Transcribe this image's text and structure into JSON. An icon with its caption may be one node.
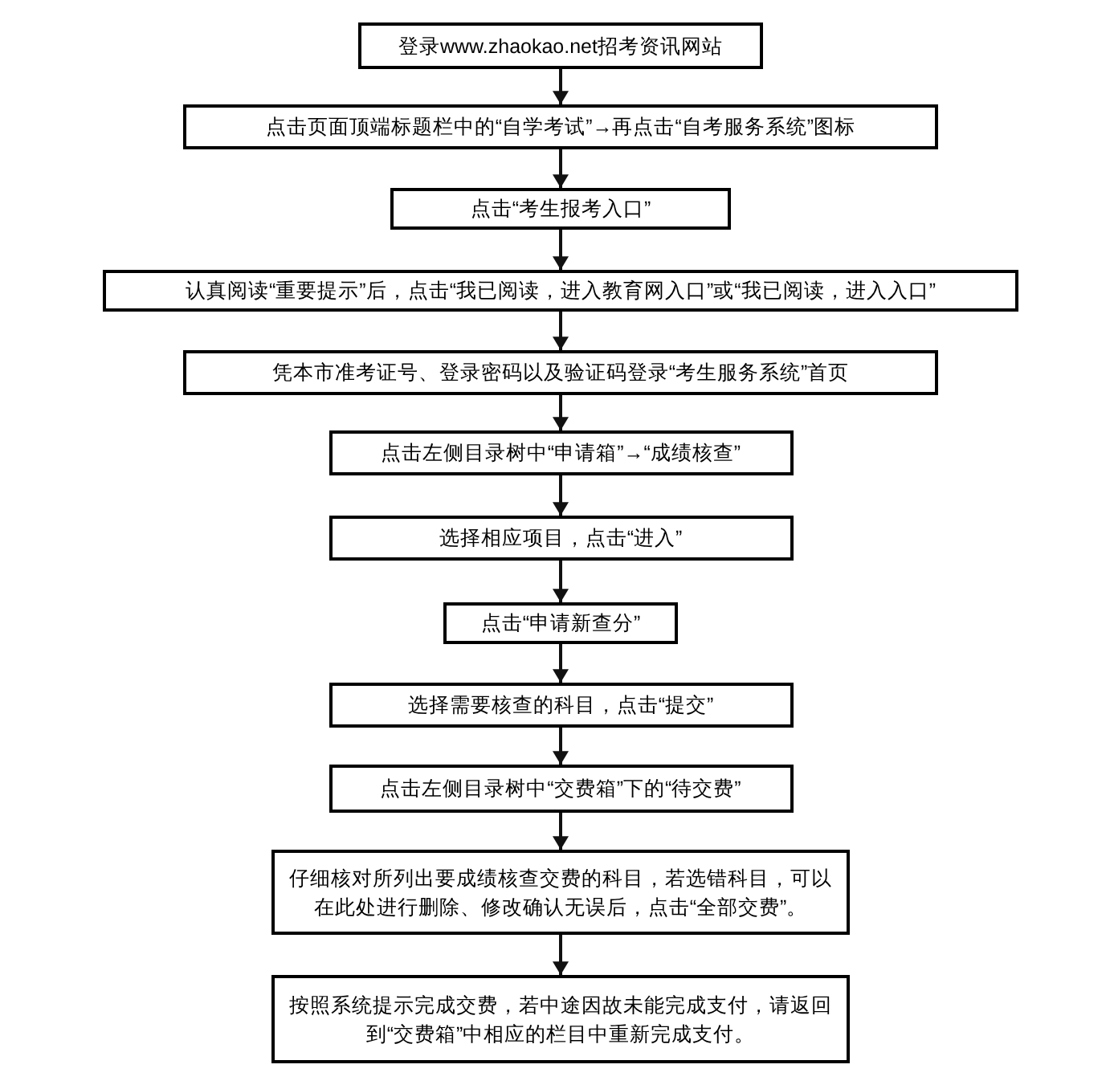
{
  "diagram": {
    "nodes": [
      {
        "text": [
          "登录www.zhaokao.net招考资讯网站"
        ]
      },
      {
        "text": [
          "点击页面顶端标题栏中的“自学考试”→再点击“自考服务系统”图标"
        ]
      },
      {
        "text": [
          "点击“考生报考入口”"
        ]
      },
      {
        "text": [
          "认真阅读“重要提示”后，点击“我已阅读，进入教育网入口”或“我已阅读，进入入口”"
        ]
      },
      {
        "text": [
          "凭本市准考证号、登录密码以及验证码登录“考生服务系统”首页"
        ]
      },
      {
        "text": [
          "点击左侧目录树中“申请箱”→“成绩核查”"
        ]
      },
      {
        "text": [
          "选择相应项目，点击“进入”"
        ]
      },
      {
        "text": [
          "点击“申请新查分”"
        ]
      },
      {
        "text": [
          "选择需要核查的科目，点击“提交”"
        ]
      },
      {
        "text": [
          "点击左侧目录树中“交费箱”下的“待交费”"
        ]
      },
      {
        "text": [
          "仔细核对所列出要成绩核查交费的科目，若选错科目，可以在此处进行删除、修改确认无误后，点击“全部交费”。"
        ]
      },
      {
        "text": [
          "按照系统提示完成交费，若中途因故未能完成支付，请返回到“交费箱”中相应的栏目中重新完成支付。"
        ]
      }
    ],
    "edges": [
      {
        "from": 0,
        "to": 1,
        "arrow": "to"
      },
      {
        "from": 1,
        "to": 2,
        "arrow": "to"
      },
      {
        "from": 2,
        "to": 3,
        "arrow": "to"
      },
      {
        "from": 3,
        "to": 4,
        "arrow": "to"
      },
      {
        "from": 4,
        "to": 5,
        "arrow": "to"
      },
      {
        "from": 5,
        "to": 6,
        "arrow": "to"
      },
      {
        "from": 6,
        "to": 7,
        "arrow": "to"
      },
      {
        "from": 7,
        "to": 8,
        "arrow": "to"
      },
      {
        "from": 8,
        "to": 9,
        "arrow": "to"
      },
      {
        "from": 9,
        "to": 10,
        "arrow": "to"
      },
      {
        "from": 10,
        "to": 11,
        "arrow": "to"
      }
    ]
  }
}
